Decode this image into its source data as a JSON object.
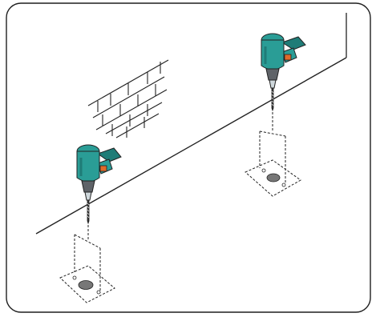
{
  "illustration": {
    "drills": [
      {
        "id": "left-drill",
        "icon": "power-drill-icon"
      },
      {
        "id": "right-drill",
        "icon": "power-drill-icon"
      }
    ],
    "markers": [
      {
        "id": "left-drill-marker",
        "icon": "drill-hole-marker-icon"
      },
      {
        "id": "right-drill-marker",
        "icon": "drill-hole-marker-icon"
      }
    ],
    "colors": {
      "drill_body": "#2a9d96",
      "drill_body_dark": "#1f7c77",
      "drill_grip": "#5f6368",
      "drill_trigger": "#e06a2a",
      "line": "#222222",
      "hole_fill": "#777777"
    }
  }
}
